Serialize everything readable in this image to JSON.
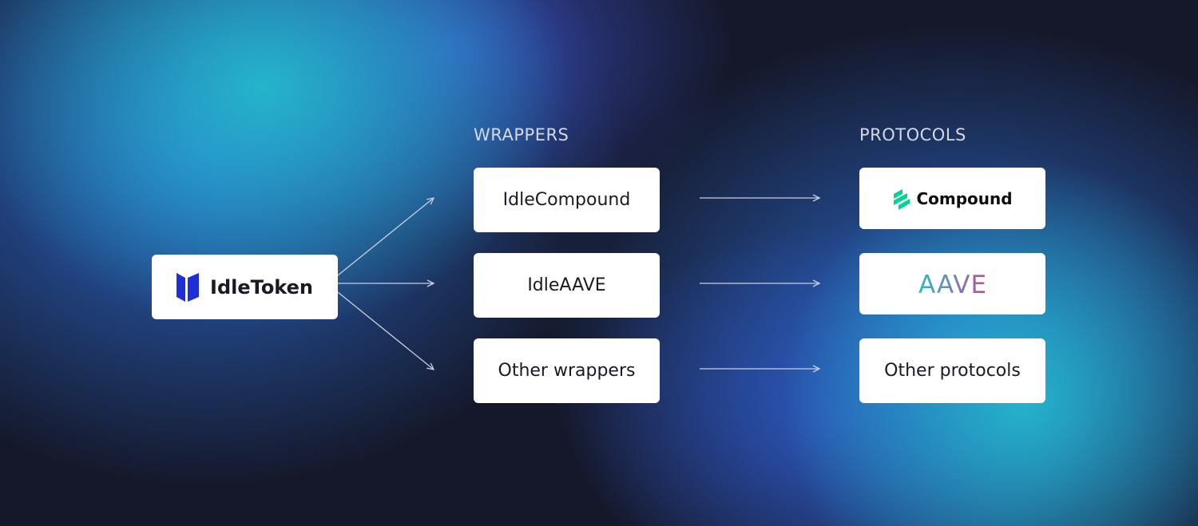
{
  "columns": {
    "wrappers_label": "WRAPPERS",
    "protocols_label": "PROTOCOLS"
  },
  "source": {
    "label": "IdleToken",
    "icon": "idle-logo-icon",
    "icon_color": "#1f2fd8"
  },
  "wrappers": [
    {
      "label": "IdleCompound"
    },
    {
      "label": "IdleAAVE"
    },
    {
      "label": "Other wrappers"
    }
  ],
  "protocols": [
    {
      "label": "Compound",
      "icon": "compound-logo-icon",
      "color": "#00d395"
    },
    {
      "label": "AAVE",
      "icon": "aave-logo",
      "gradient": [
        "#2ebac6",
        "#b6509e"
      ]
    },
    {
      "label": "Other protocols"
    }
  ],
  "colors": {
    "arrow": "#c9cfe0",
    "box": "#ffffff",
    "text": "#1a1a24"
  }
}
